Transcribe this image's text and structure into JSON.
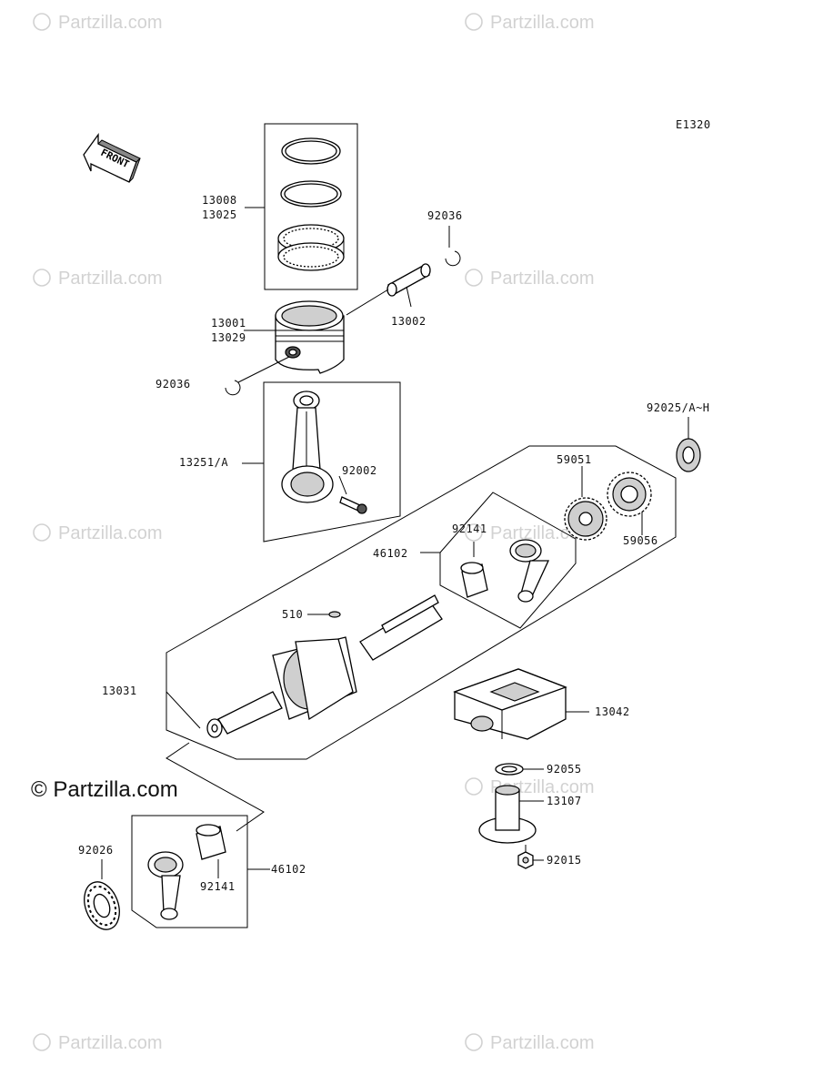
{
  "diagram_code": "E1320",
  "front_label": "FRONT",
  "watermark": "Partzilla.com",
  "copyright_watermark": "© Partzilla.com",
  "parts": {
    "p13008": "13008",
    "p13025": "13025",
    "p92036_top": "92036",
    "p13002": "13002",
    "p13001": "13001",
    "p13029": "13029",
    "p92036_left": "92036",
    "p13251": "13251/A",
    "p92002": "92002",
    "p92025": "92025/A~H",
    "p59051": "59051",
    "p59056": "59056",
    "p92141_top": "92141",
    "p46102_top": "46102",
    "p510": "510",
    "p13031": "13031",
    "p13042": "13042",
    "p92055": "92055",
    "p13107": "13107",
    "p92015": "92015",
    "p92026": "92026",
    "p92141_bottom": "92141",
    "p46102_bottom": "46102"
  }
}
